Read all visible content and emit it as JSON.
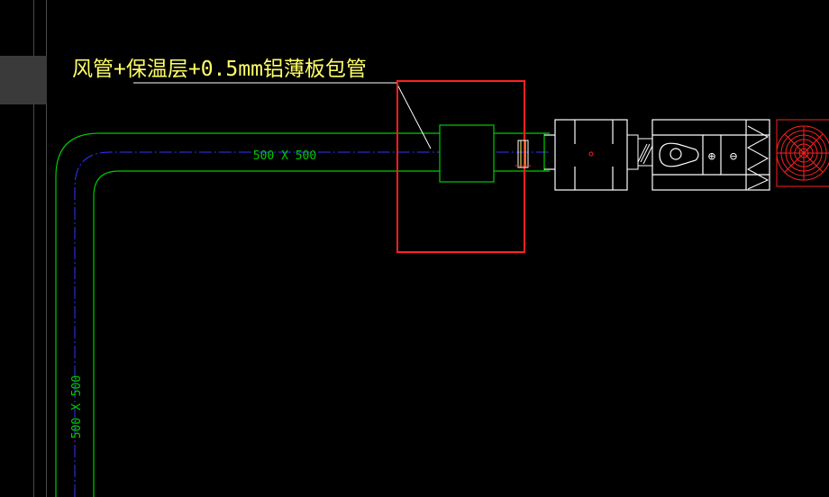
{
  "annotation": {
    "text": "风管+保温层+0.5mm铝薄板包管",
    "color": "#ffff66"
  },
  "duct": {
    "horizontal_label": "500 X 500",
    "vertical_label": "500 X 500",
    "line_color": "#00cc00",
    "centerline_color": "#3333ff"
  },
  "highlight": {
    "color": "#ff2020"
  },
  "equipment": {
    "plus_symbol": "⊕",
    "minus_symbol": "⊖",
    "line_color": "#ffffff",
    "fan_color": "#ff2020"
  }
}
